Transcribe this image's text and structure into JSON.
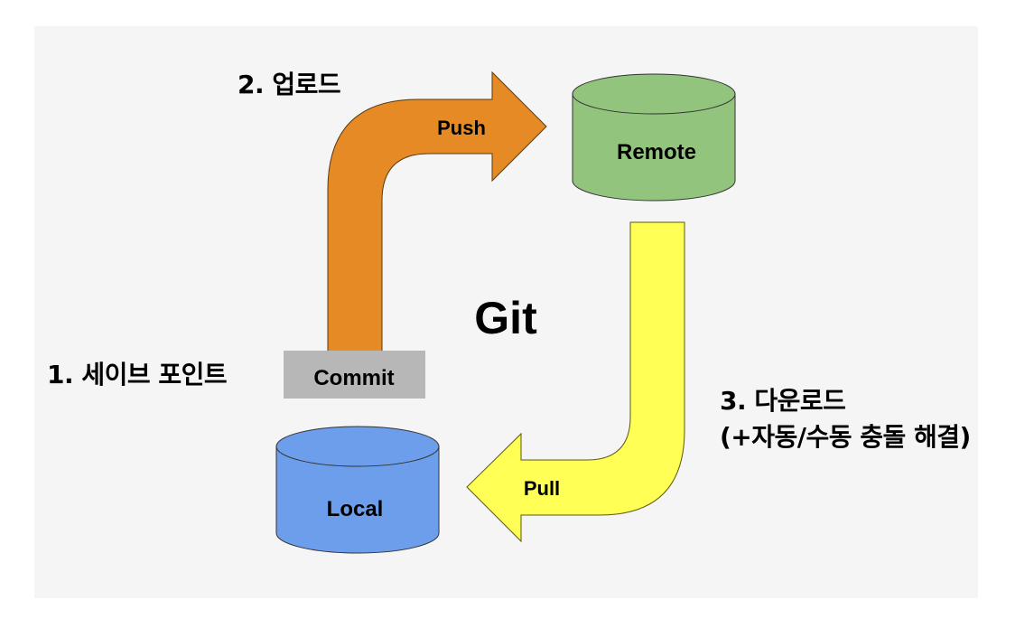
{
  "title": "Git",
  "steps": {
    "step1": "1. 세이브 포인트",
    "step2": "2. 업로드",
    "step3_line1": "3. 다운로드",
    "step3_line2": "(+자동/수동 충돌 해결)"
  },
  "nodes": {
    "remote": "Remote",
    "local": "Local",
    "commit": "Commit"
  },
  "arrows": {
    "push": "Push",
    "pull": "Pull"
  },
  "colors": {
    "background": "#f5f5f5",
    "push_arrow": "#e68a25",
    "pull_arrow": "#ffff55",
    "remote_db": "#93c47d",
    "local_db": "#6d9eeb",
    "commit_box": "#b7b7b7"
  }
}
